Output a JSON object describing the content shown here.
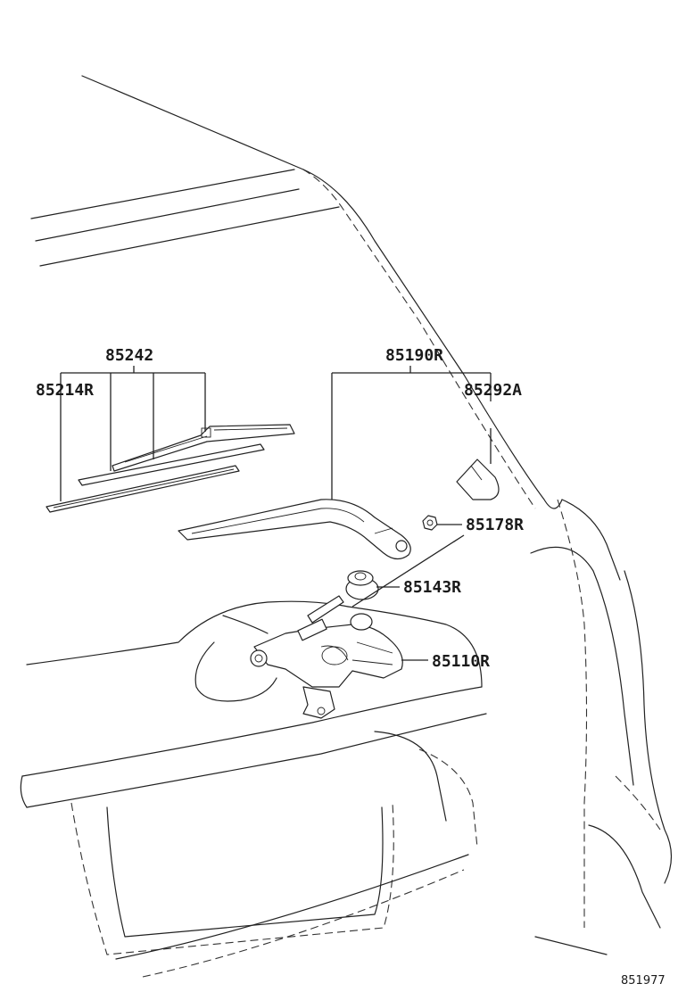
{
  "callouts": {
    "blade_assembly": "85242",
    "blade_insert": "85214R",
    "arm_assembly": "85190R",
    "arm_cap": "85292A",
    "arm_nut": "85178R",
    "motor_grommet": "85143R",
    "wiper_motor": "85110R"
  },
  "reference_code": "851977",
  "line_color": "#222222",
  "background_color": "#ffffff"
}
